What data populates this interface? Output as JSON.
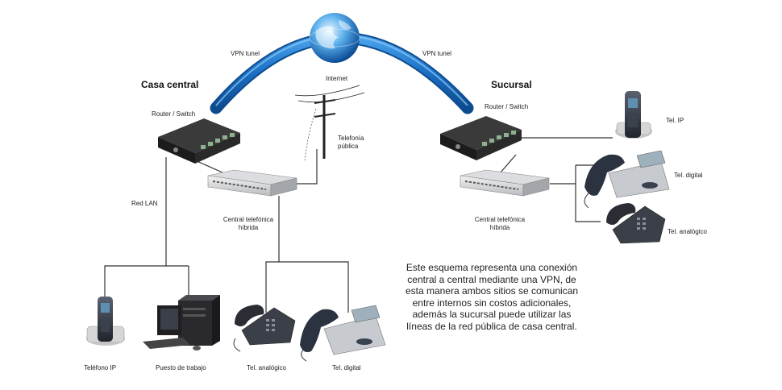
{
  "sites": {
    "central": "Casa central",
    "branch": "Sucursal"
  },
  "labels": {
    "vpn_left": "VPN tunel",
    "vpn_right": "VPN tunel",
    "internet": "Internet",
    "router_left": "Router / Switch",
    "router_right": "Router / Switch",
    "telefonia_line1": "Telefonía",
    "telefonia_line2": "pública",
    "red_lan": "Red LAN",
    "pbx_left_line1": "Central telefónica",
    "pbx_left_line2": "híbrida",
    "pbx_right_line1": "Central telefónica",
    "pbx_right_line2": "híbrida",
    "tel_ip_right": "Tel. IP",
    "tel_digital_right": "Tel. digital",
    "tel_analog_right": "Tel. analógico",
    "telefono_ip": "Teléfono IP",
    "puesto_trabajo": "Puesto de trabajo",
    "tel_analog_bottom": "Tel. analógico",
    "tel_digital_bottom": "Tel. digital"
  },
  "description": "Este esquema representa una conexión central a central mediante una VPN, de esta manera ambos sitios se comunican entre internos sin costos adicionales, además la sucursal puede utilizar las líneas de la red pública de casa central.",
  "colors": {
    "tunnel": "#1a6fc4",
    "line": "#333333",
    "device": "#2a2a2a",
    "port": "#4a6b4a"
  }
}
